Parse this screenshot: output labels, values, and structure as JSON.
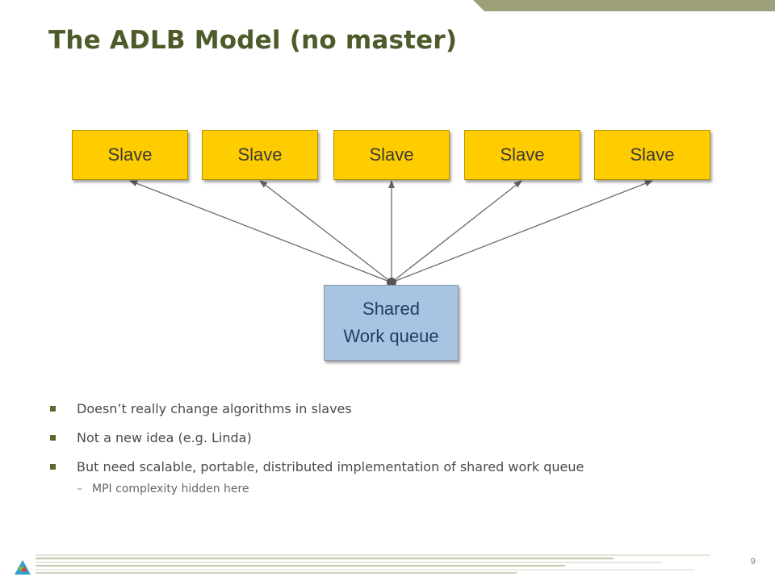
{
  "slide": {
    "title": "The ADLB Model (no master)",
    "page_number": "9"
  },
  "diagram": {
    "slaves": [
      "Slave",
      "Slave",
      "Slave",
      "Slave",
      "Slave"
    ],
    "queue": {
      "line1": "Shared",
      "line2": "Work queue"
    }
  },
  "bullets": [
    "Doesn’t really change algorithms in slaves",
    "Not a new idea (e.g. Linda)",
    "But need scalable, portable, distributed implementation of shared work queue"
  ],
  "sub_bullet": "MPI complexity hidden here",
  "colors": {
    "title": "#4d5a2a",
    "slave_fill": "#ffcc00",
    "queue_fill": "#a8c4e2",
    "accent": "#9da07a"
  }
}
